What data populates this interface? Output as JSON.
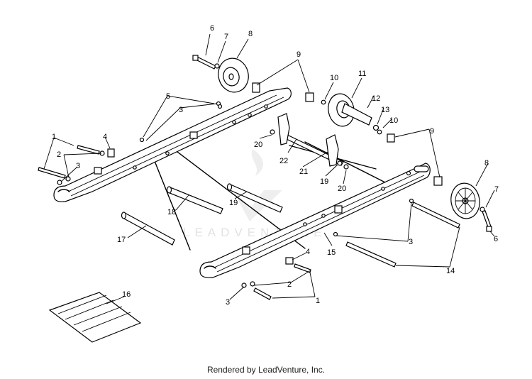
{
  "diagram": {
    "callouts": [
      {
        "id": "c6a",
        "label": "6"
      },
      {
        "id": "c7a",
        "label": "7"
      },
      {
        "id": "c8a",
        "label": "8"
      },
      {
        "id": "c9a",
        "label": "9"
      },
      {
        "id": "c10a",
        "label": "10"
      },
      {
        "id": "c11",
        "label": "11"
      },
      {
        "id": "c12",
        "label": "12"
      },
      {
        "id": "c13",
        "label": "13"
      },
      {
        "id": "c10b",
        "label": "10"
      },
      {
        "id": "c5",
        "label": "5"
      },
      {
        "id": "c3a",
        "label": "3"
      },
      {
        "id": "c1a",
        "label": "1"
      },
      {
        "id": "c4a",
        "label": "4"
      },
      {
        "id": "c2a",
        "label": "2"
      },
      {
        "id": "c3b",
        "label": "3"
      },
      {
        "id": "c20a",
        "label": "20"
      },
      {
        "id": "c22",
        "label": "22"
      },
      {
        "id": "c21",
        "label": "21"
      },
      {
        "id": "c19a",
        "label": "19"
      },
      {
        "id": "c20b",
        "label": "20"
      },
      {
        "id": "c9b",
        "label": "9"
      },
      {
        "id": "c8b",
        "label": "8"
      },
      {
        "id": "c7b",
        "label": "7"
      },
      {
        "id": "c6b",
        "label": "6"
      },
      {
        "id": "c18",
        "label": "18"
      },
      {
        "id": "c19b",
        "label": "19"
      },
      {
        "id": "c17",
        "label": "17"
      },
      {
        "id": "c3c",
        "label": "3"
      },
      {
        "id": "c15",
        "label": "15"
      },
      {
        "id": "c14",
        "label": "14"
      },
      {
        "id": "c4b",
        "label": "4"
      },
      {
        "id": "c2b",
        "label": "2"
      },
      {
        "id": "c1b",
        "label": "1"
      },
      {
        "id": "c3d",
        "label": "3"
      },
      {
        "id": "c16",
        "label": "16"
      }
    ],
    "watermark": "LEADVENTURE"
  },
  "footer": {
    "text": "Rendered by LeadVenture, Inc."
  }
}
